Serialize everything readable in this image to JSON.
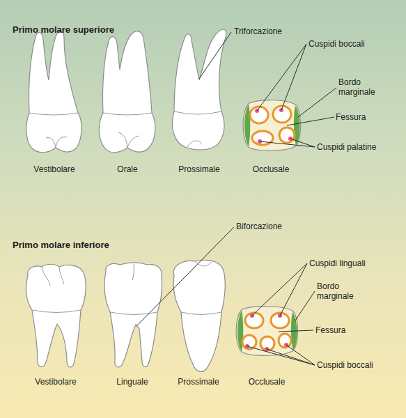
{
  "diagram": {
    "labels": [
      "Primo molare superiore",
      "Triforcazione",
      "Cuspidi boccali",
      "Bordo marginale",
      "Fessura",
      "Cuspidi palatine",
      "Vestibolare",
      "Orale",
      "Prossimale",
      "Occlusale",
      "Primo molare inferiore",
      "Biforcazione",
      "Cuspidi linguali",
      "Bordo marginale",
      "Fessura",
      "Cuspidi boccali",
      "Vestibolare",
      "Linguale",
      "Prossimale",
      "Occlusale"
    ]
  }
}
